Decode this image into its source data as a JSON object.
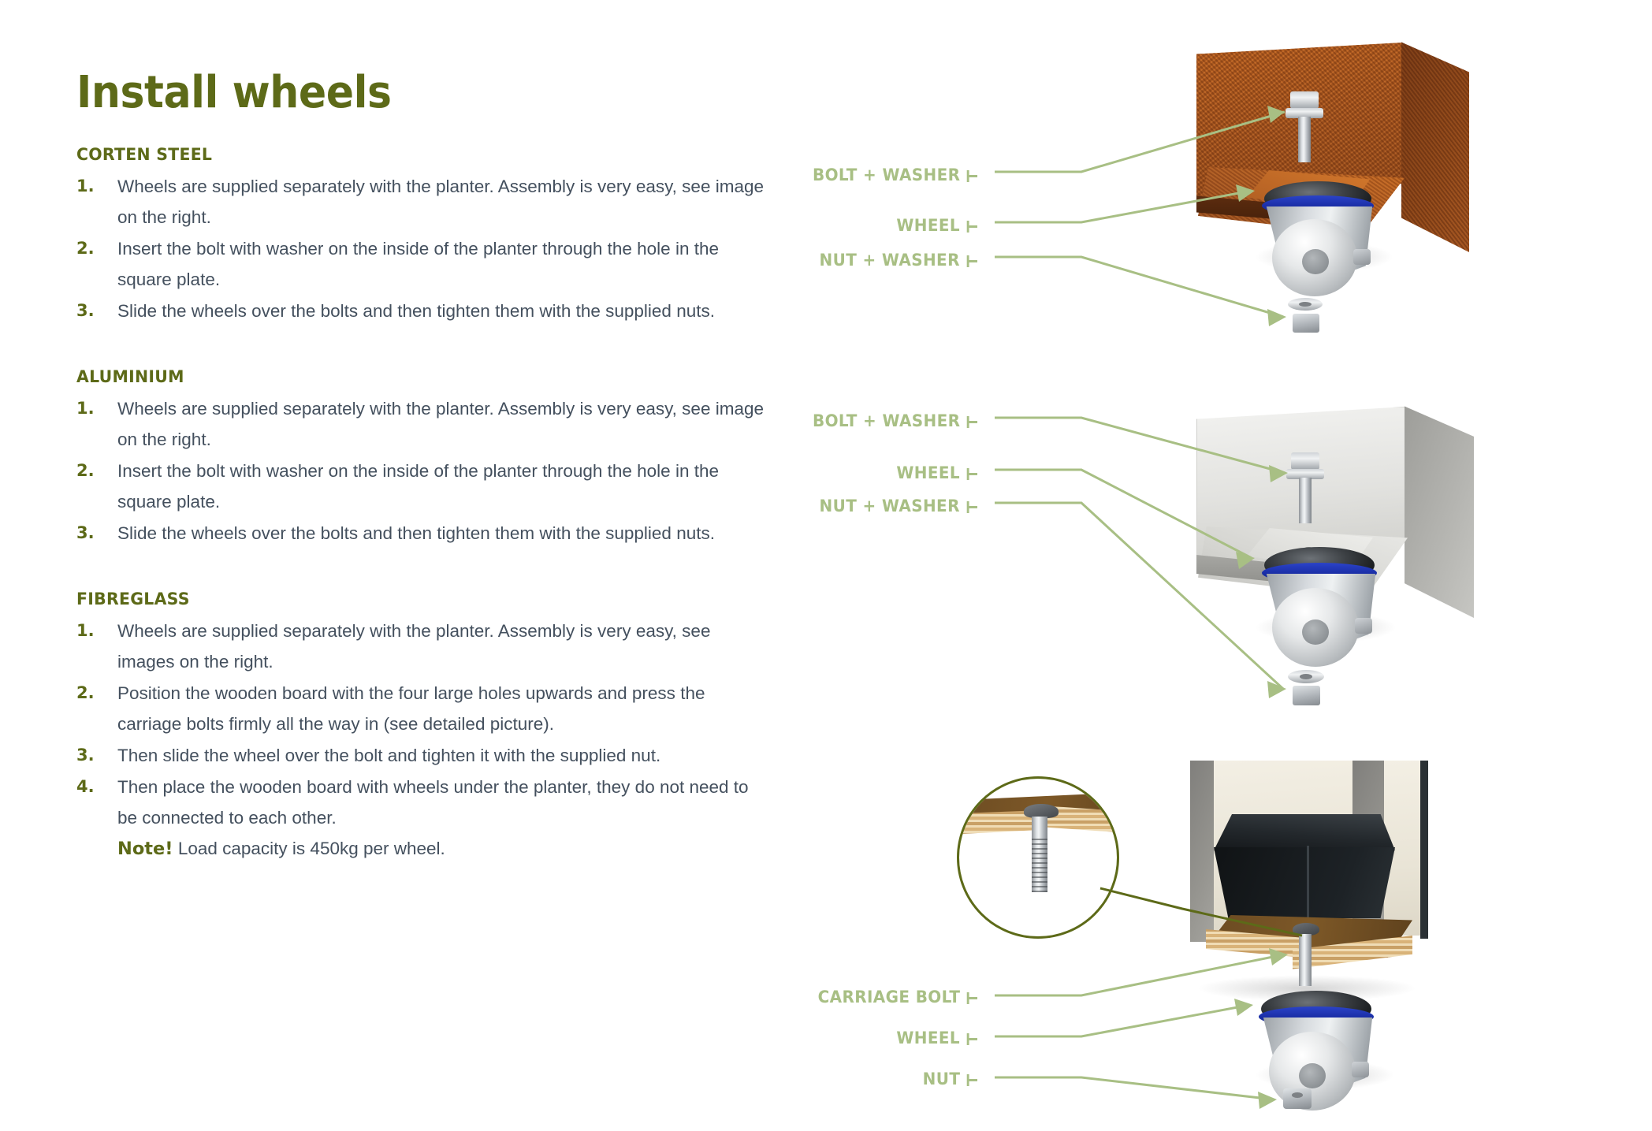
{
  "document": {
    "title": "Install wheels"
  },
  "colors": {
    "heading_green": "#5d6a18",
    "body_text": "#44505e",
    "callout_green": "#a8bf84",
    "detail_circle": "#5d6a18",
    "corten": "#a9561c",
    "aluminium": "#d5d5d1",
    "fibreglass_dark": "#23282c",
    "wheel_ring_blue": "#1b2fa8",
    "wood": "#7d5827"
  },
  "sections": [
    {
      "heading": "CORTEN STEEL",
      "steps": [
        {
          "num": "1.",
          "text": "Wheels are supplied separately with the planter. Assembly is very easy, see image on the right."
        },
        {
          "num": "2.",
          "text": "Insert the bolt with washer on the inside of the planter through the hole in the square plate."
        },
        {
          "num": "3.",
          "text": "Slide the wheels over the bolts and then tighten them with the supplied nuts."
        }
      ]
    },
    {
      "heading": "ALUMINIUM",
      "steps": [
        {
          "num": "1.",
          "text": "Wheels are supplied separately with the planter. Assembly is very easy, see image on the right."
        },
        {
          "num": "2.",
          "text": "Insert the bolt with washer on the inside of the planter through the hole in the square plate."
        },
        {
          "num": "3.",
          "text": "Slide the wheels over the bolts and then tighten them with the supplied nuts."
        }
      ]
    },
    {
      "heading": "FIBREGLASS",
      "steps": [
        {
          "num": "1.",
          "text": "Wheels are supplied separately with the planter. Assembly is very easy, see images on the right."
        },
        {
          "num": "2.",
          "text": "Position the wooden board with the four large holes upwards and press the carriage bolts firmly all the way in (see detailed picture)."
        },
        {
          "num": "3.",
          "text": "Then slide the wheel over the bolt and tighten it with the supplied nut."
        },
        {
          "num": "4.",
          "text": "Then place the wooden board with wheels under the planter, they do not need to be connected to each other."
        }
      ],
      "note_label": "Note!",
      "note_text": " Load capacity is 450kg per wheel."
    }
  ],
  "figures": [
    {
      "name": "corten-steel-wheel-assembly",
      "callouts": [
        {
          "label": "BOLT + WASHER"
        },
        {
          "label": "WHEEL"
        },
        {
          "label": "NUT + WASHER"
        }
      ]
    },
    {
      "name": "aluminium-wheel-assembly",
      "callouts": [
        {
          "label": "BOLT + WASHER"
        },
        {
          "label": "WHEEL"
        },
        {
          "label": "NUT + WASHER"
        }
      ]
    },
    {
      "name": "fibreglass-wheel-assembly",
      "callouts": [
        {
          "label": "CARRIAGE BOLT"
        },
        {
          "label": "WHEEL"
        },
        {
          "label": "NUT"
        }
      ]
    }
  ]
}
